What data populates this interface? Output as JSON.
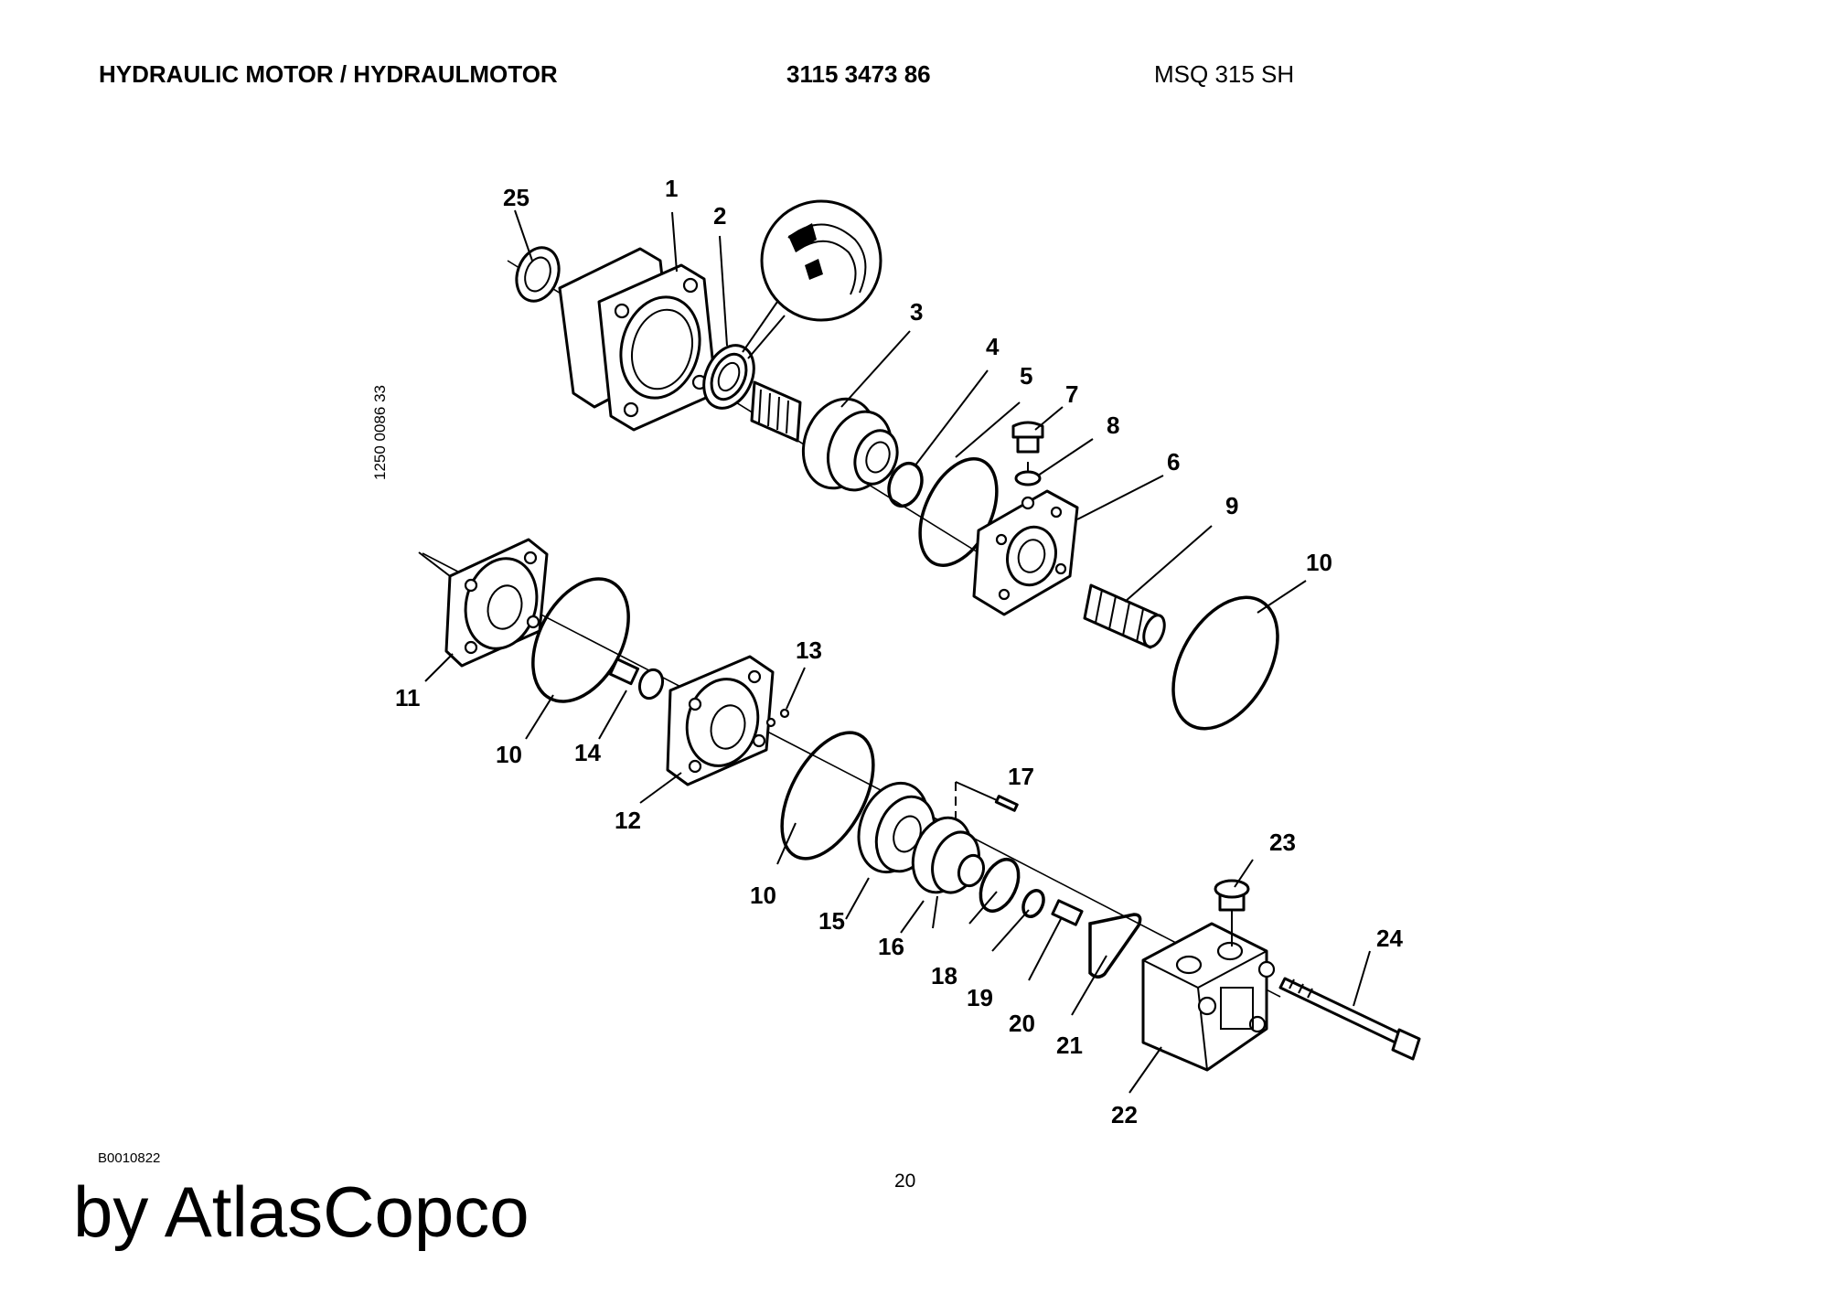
{
  "header": {
    "title": "HYDRAULIC MOTOR / HYDRAULMOTOR",
    "part_number": "3115 3473 86",
    "model": "MSQ 315 SH"
  },
  "drawing_code": "1250 0086 33",
  "document_id": "B0010822",
  "page_number": "20",
  "brand": "by AtlasCopco",
  "callouts": {
    "c1": "1",
    "c2": "2",
    "c3": "3",
    "c4": "4",
    "c5": "5",
    "c6": "6",
    "c7": "7",
    "c8": "8",
    "c9": "9",
    "c10a": "10",
    "c10b": "10",
    "c10c": "10",
    "c11": "11",
    "c12": "12",
    "c13": "13",
    "c14": "14",
    "c15": "15",
    "c16": "16",
    "c17": "17",
    "c18": "18",
    "c19": "19",
    "c20": "20",
    "c21": "21",
    "c22": "22",
    "c23": "23",
    "c24": "24",
    "c25": "25"
  }
}
